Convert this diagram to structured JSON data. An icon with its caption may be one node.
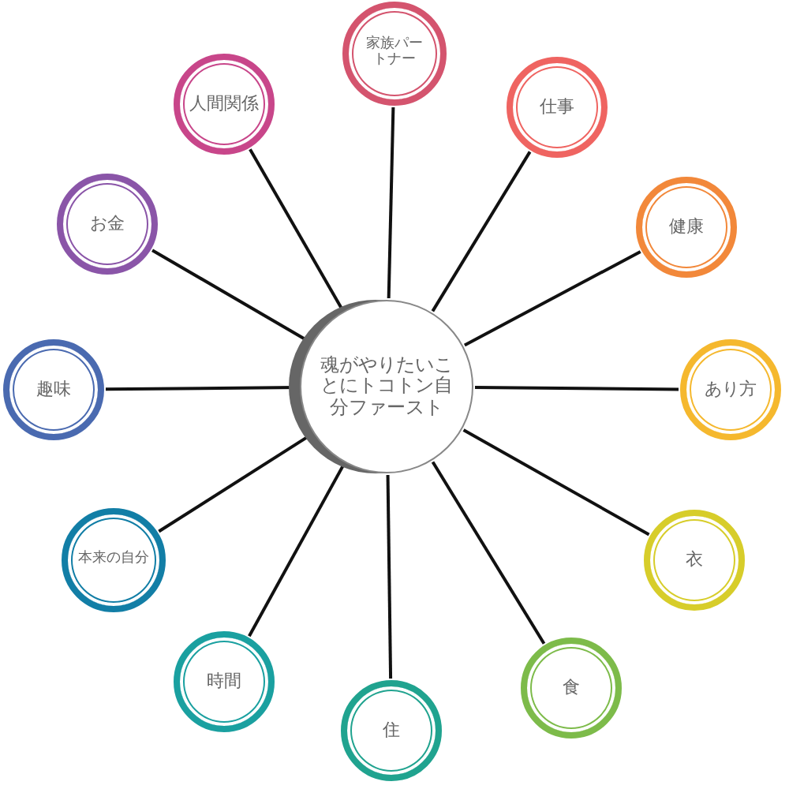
{
  "diagram": {
    "nodes": [
      {
        "text": [
          "魂がやりたいことにトコトン自分ファースト"
        ]
      },
      {
        "text": [
          "家族パートナー"
        ]
      },
      {
        "text": [
          "仕事"
        ]
      },
      {
        "text": [
          "健康"
        ]
      },
      {
        "text": [
          "あり方"
        ]
      },
      {
        "text": [
          "衣"
        ]
      },
      {
        "text": [
          "食"
        ]
      },
      {
        "text": [
          "住"
        ]
      },
      {
        "text": [
          "時間"
        ]
      },
      {
        "text": [
          "本来の自分"
        ]
      },
      {
        "text": [
          "趣味"
        ]
      },
      {
        "text": [
          "お金"
        ]
      },
      {
        "text": [
          "人間関係"
        ]
      }
    ],
    "edges": [
      {
        "from": 0,
        "to": 1,
        "arrow": "none"
      },
      {
        "from": 0,
        "to": 2,
        "arrow": "none"
      },
      {
        "from": 0,
        "to": 3,
        "arrow": "none"
      },
      {
        "from": 0,
        "to": 4,
        "arrow": "none"
      },
      {
        "from": 0,
        "to": 5,
        "arrow": "none"
      },
      {
        "from": 0,
        "to": 6,
        "arrow": "none"
      },
      {
        "from": 0,
        "to": 7,
        "arrow": "none"
      },
      {
        "from": 0,
        "to": 8,
        "arrow": "none"
      },
      {
        "from": 0,
        "to": 9,
        "arrow": "none"
      },
      {
        "from": 0,
        "to": 10,
        "arrow": "none"
      },
      {
        "from": 0,
        "to": 11,
        "arrow": "none"
      },
      {
        "from": 0,
        "to": 12,
        "arrow": "none"
      }
    ]
  }
}
